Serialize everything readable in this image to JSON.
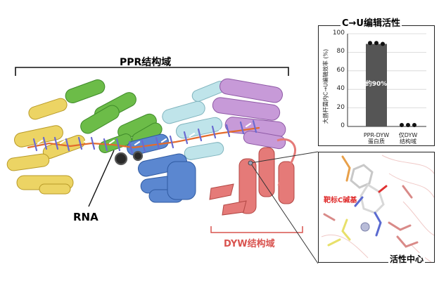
{
  "labels": {
    "ppr_domain": "PPR结构域",
    "rna": "RNA",
    "dyw_domain": "DYW结构域",
    "target_base": "靶标C碱基",
    "active_center": "活性中心"
  },
  "colors": {
    "ppr_label": "#111111",
    "dyw_label": "#d9534f",
    "target_label": "#e03030",
    "yellow_helix": "#ecd464",
    "green_helix": "#6cbc48",
    "blue_helix": "#5b87d0",
    "cyan_helix": "#bfe4ea",
    "violet_helix": "#c79ad8",
    "salmon_helix": "#e57a78",
    "bar": "#555555"
  },
  "chart_data": {
    "type": "bar",
    "title": "C→U编辑活性",
    "ylabel": "大肠杆菌内C→U编辑效率 (%)",
    "ylim": [
      0,
      100
    ],
    "yticks": [
      0,
      20,
      40,
      60,
      80,
      100
    ],
    "categories": [
      "PPR-DYW\n蛋白质",
      "仅DYW\n结构域"
    ],
    "values": [
      89,
      0
    ],
    "points": [
      [
        90,
        90,
        89
      ],
      [
        0,
        0,
        0
      ]
    ],
    "annotation": "约90%"
  }
}
